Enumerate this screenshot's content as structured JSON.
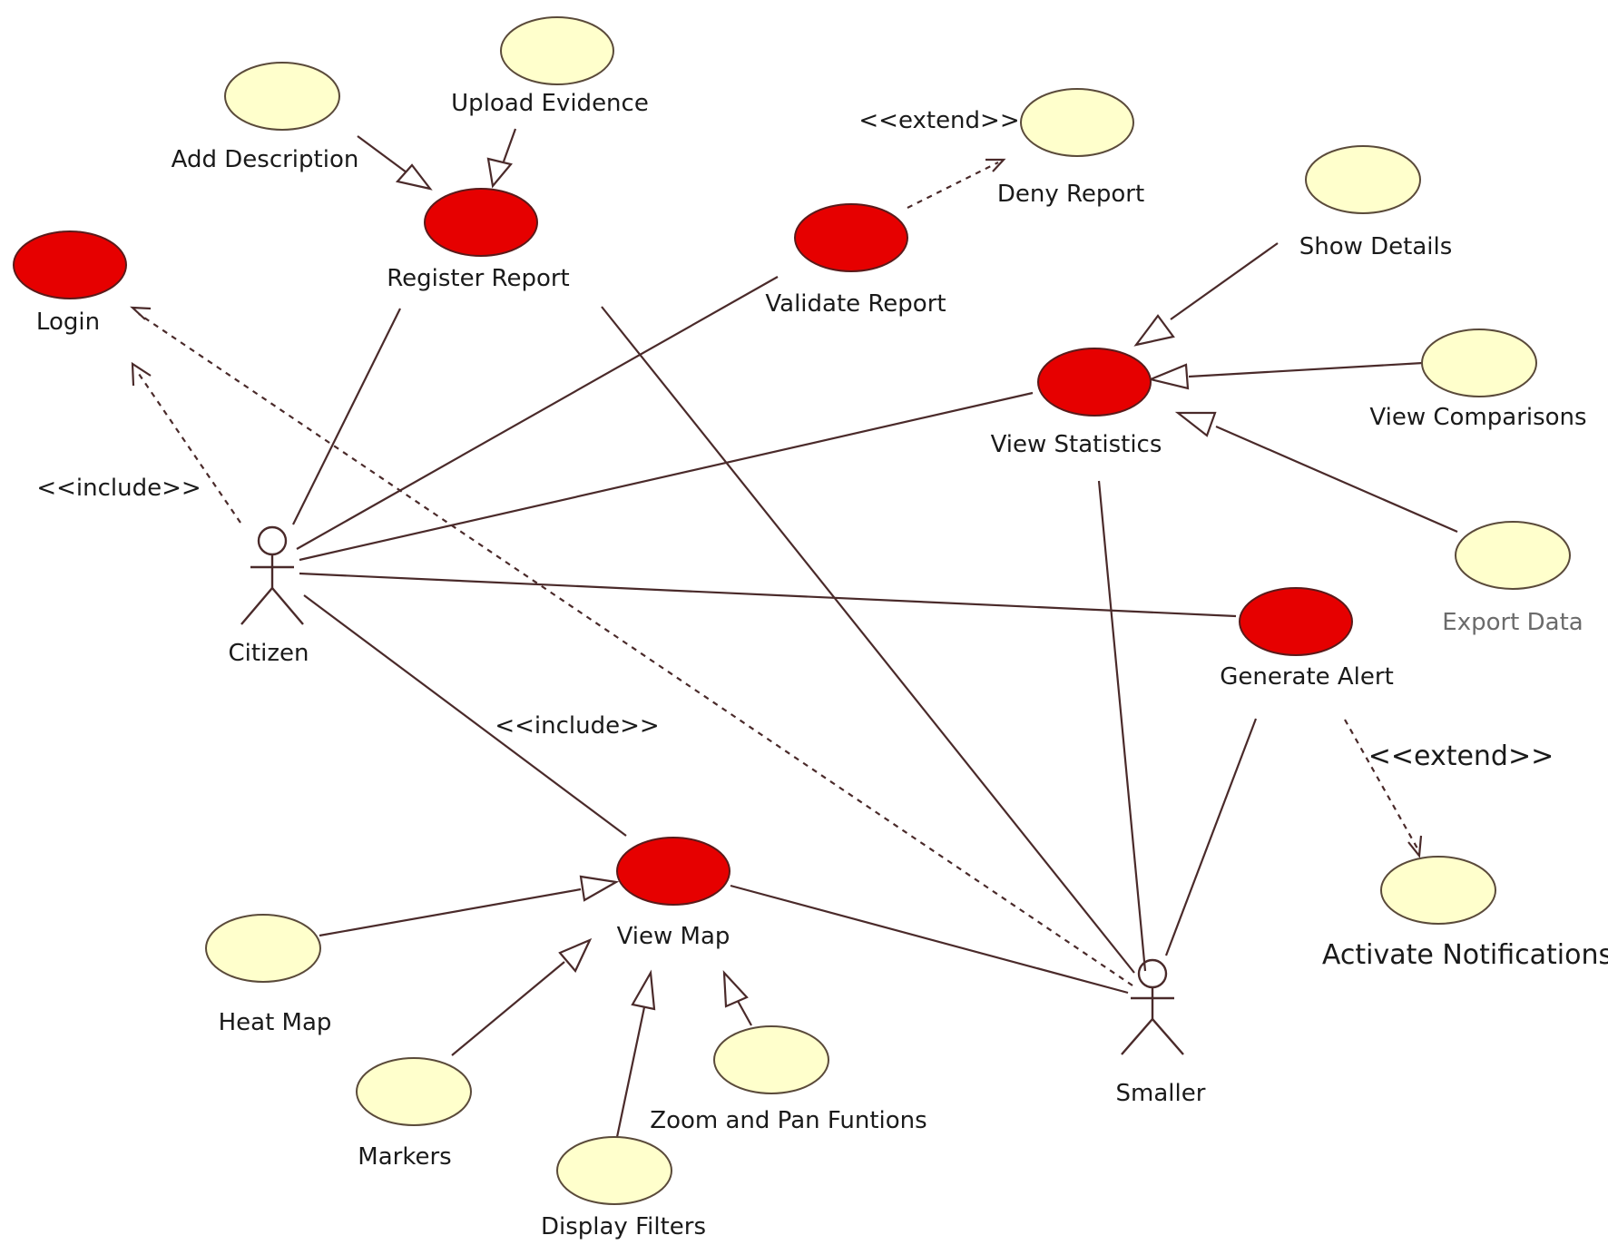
{
  "diagram": {
    "actors": {
      "citizen": "Citizen",
      "smaller": "Smaller"
    },
    "use_cases": {
      "login": "Login",
      "register_report": "Register Report",
      "validate_report": "Validate Report",
      "view_statistics": "View Statistics",
      "generate_alert": "Generate Alert",
      "view_map": "View Map"
    },
    "sub_use_cases": {
      "add_description": "Add Description",
      "upload_evidence": "Upload Evidence",
      "deny_report": "Deny Report",
      "show_details": "Show Details",
      "view_comparisons": "View Comparisons",
      "export_data": "Export Data",
      "activate_notifications": "Activate Notifications",
      "heat_map": "Heat Map",
      "markers": "Markers",
      "display_filters": "Display Filters",
      "zoom_and_pan": "Zoom and Pan Funtions"
    },
    "stereotypes": {
      "include_1": "<<include>>",
      "include_2": "<<include>>",
      "extend_1": "<<extend>>",
      "extend_2": "<<extend>>"
    },
    "colors": {
      "primary_use_case": "#e60000",
      "secondary_use_case": "#ffffcc",
      "line": "#4a2a2a"
    }
  }
}
